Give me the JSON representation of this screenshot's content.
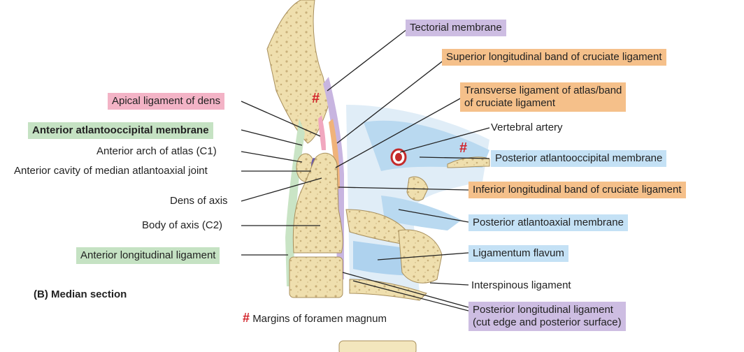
{
  "labels": {
    "tectorial_membrane": "Tectorial membrane",
    "superior_longitudinal_band": "Superior longitudinal band of cruciate ligament",
    "transverse_ligament_line1": "Transverse ligament of atlas/band",
    "transverse_ligament_line2": "of cruciate ligament",
    "apical_ligament": "Apical ligament of dens",
    "anterior_atlantooccipital_membrane": "Anterior atlantooccipital membrane",
    "vertebral_artery": "Vertebral artery",
    "anterior_arch_atlas": "Anterior arch of atlas (C1)",
    "posterior_atlantooccipital_membrane": "Posterior atlantooccipital membrane",
    "anterior_cavity": "Anterior cavity of median atlantoaxial joint",
    "inferior_longitudinal_band": "Inferior longitudinal band of cruciate ligament",
    "dens_of_axis": "Dens of axis",
    "body_of_axis": "Body of axis (C2)",
    "posterior_atlantoaxial_membrane": "Posterior atlantoaxial membrane",
    "anterior_longitudinal_ligament": "Anterior longitudinal ligament",
    "ligamentum_flavum": "Ligamentum flavum",
    "interspinous_ligament": "Interspinous ligament",
    "median_section": "(B) Median section",
    "posterior_longitudinal_line1": "Posterior longitudinal ligament",
    "posterior_longitudinal_line2": "(cut edge and posterior surface)",
    "hash_symbol": "#",
    "margins_foramen": "Margins of foramen magnum"
  },
  "colors": {
    "pink": "#f3b3c6",
    "green": "#c5e2c3",
    "purple": "#cdbde2",
    "orange": "#f5c08a",
    "blue": "#c4e1f5",
    "bone": "#f1e3b4",
    "hash_red": "#d2232a"
  }
}
